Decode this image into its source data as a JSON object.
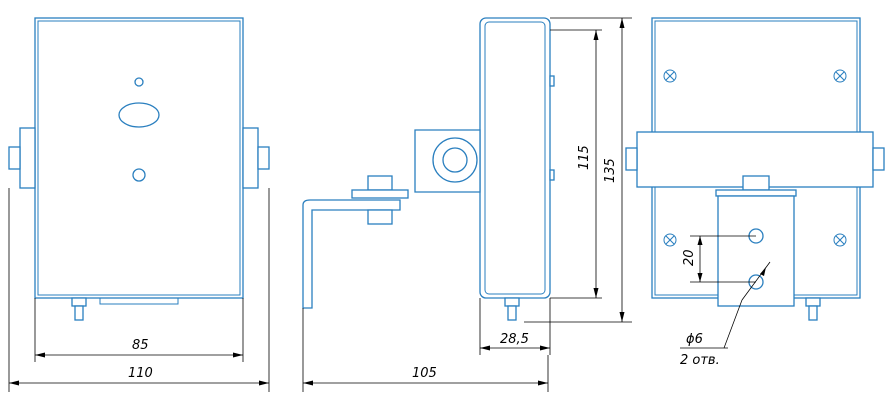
{
  "dimensions": {
    "front_height_width": "85",
    "front_total_width": "110",
    "side_height_inner": "115",
    "side_height_total": "135",
    "side_depth": "28,5",
    "bracket_length": "105",
    "hole_spacing": "20",
    "hole_diameter": "ϕ6",
    "hole_count_note": "2 отв."
  },
  "colors": {
    "part_outline": "#2a7fbf",
    "dimension_lines": "#000000"
  }
}
